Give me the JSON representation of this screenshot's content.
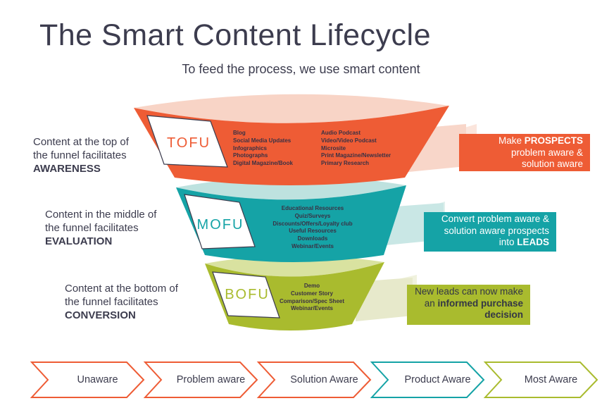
{
  "title": "The Smart Content Lifecycle",
  "subtitle": "To feed the process, we use smart content",
  "colors": {
    "orange": "#EE5C35",
    "orange_rim": "#F8D4C6",
    "orange_light": "#F8D6C9",
    "orange_fold": "#FBE5DC",
    "teal": "#15A3A6",
    "teal_rim": "#BEE2DF",
    "teal_light": "#C9E7E5",
    "teal_fold": "#DFF0ED",
    "green": "#A9BB2E",
    "green_rim": "#D9E2A0",
    "green_light": "#E7E9CB",
    "green_fold": "#F0F2DE",
    "navy": "#3C3C4E",
    "white": "#FFFFFF"
  },
  "stages": [
    {
      "label": "TOFU",
      "left": [
        "Content at the top of",
        "the funnel facilitates",
        "AWARENESS"
      ],
      "items_left": [
        "Blog",
        "Social Media Updates",
        "Infographics",
        "Photographs",
        "Digital Magazine/Book"
      ],
      "items_right": [
        "Audio Podcast",
        "Video/Video Podcast",
        "Microsite",
        "Print Magazine/Newsletter",
        "Primary Research"
      ],
      "callout": {
        "l1a": "Make ",
        "l1b": "PROSPECTS",
        "l2": "problem aware &",
        "l3": "solution aware"
      }
    },
    {
      "label": "MOFU",
      "left": [
        "Content in the middle of",
        "the funnel facilitates",
        "EVALUATION"
      ],
      "items": [
        "Educational Resources",
        "Quiz/Surveys",
        "Discounts/Offers/Loyalty club",
        "Useful Resources",
        "Downloads",
        "Webinar/Events"
      ],
      "callout": {
        "l1": "Convert problem aware &",
        "l2": "solution aware prospects",
        "l3a": "into ",
        "l3b": "LEADS"
      }
    },
    {
      "label": "BOFU",
      "left": [
        "Content at the bottom of",
        "the funnel facilitates",
        "CONVERSION"
      ],
      "items": [
        "Demo",
        "Customer Story",
        "Comparison/Spec Sheet",
        "Webinar/Events"
      ],
      "callout": {
        "l1": "New leads can now make",
        "l2a": "an ",
        "l2b": "informed purchase",
        "l3b": "decision"
      }
    }
  ],
  "awareness_bar": [
    {
      "label": "Unaware"
    },
    {
      "label": "Problem aware"
    },
    {
      "label": "Solution Aware"
    },
    {
      "label": "Product Aware"
    },
    {
      "label": "Most Aware"
    }
  ]
}
